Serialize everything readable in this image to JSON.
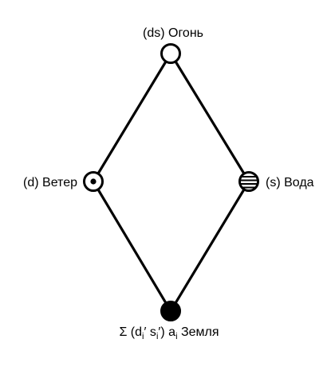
{
  "diagram": {
    "colors": {
      "stroke": "#000000",
      "fill_open": "#ffffff",
      "fill_solid": "#000000",
      "background": "#ffffff"
    },
    "nodes": {
      "top": {
        "label": "(ds) Огонь",
        "marker": "open-circle-icon"
      },
      "left": {
        "label": "(d) Ветер",
        "marker": "dotted-circle-icon"
      },
      "right": {
        "label": "(s) Вода",
        "marker": "striped-circle-icon"
      },
      "bottom": {
        "marker": "filled-circle-icon",
        "label_parts": {
          "sigma": "Σ (d",
          "sub_i1": "i",
          "prime1": "′",
          "s": " s",
          "sub_i2": "i",
          "prime2": "′",
          "close_a": ") a",
          "sub_i3": "i",
          "name": "  Земля"
        }
      }
    },
    "edges": [
      {
        "from": "top",
        "to": "left"
      },
      {
        "from": "top",
        "to": "right"
      },
      {
        "from": "left",
        "to": "bottom"
      },
      {
        "from": "right",
        "to": "bottom"
      }
    ]
  }
}
